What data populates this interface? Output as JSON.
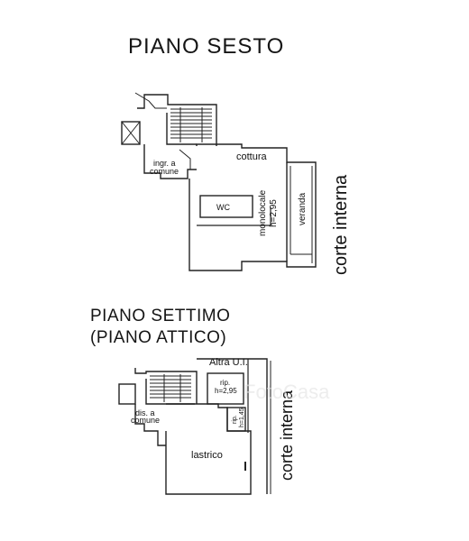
{
  "floors": [
    {
      "name": "PIANO SESTO",
      "rooms": {
        "entrance": [
          "ingr. a",
          "comune"
        ],
        "kitchen": "cottura",
        "studio": "monolocale",
        "height": "h=2,95",
        "bathroom": "WC",
        "veranda": "veranda",
        "courtyard": "corte interna"
      }
    },
    {
      "name_line1": "PIANO SETTIMO",
      "name_line2": "(PIANO ATTICO)",
      "rooms": {
        "other_unit": "Altra U.I.",
        "storage": "rip.",
        "storage_height": "h=2,95",
        "storage2": "rip.",
        "storage2_height": "h=1,45",
        "landing": [
          "dis. a",
          "comune"
        ],
        "terrace": "lastrico",
        "courtyard": "corte interna"
      }
    }
  ],
  "watermark": "FotoCasa"
}
